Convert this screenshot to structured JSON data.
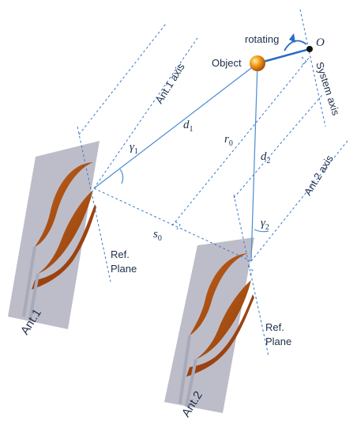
{
  "labels": {
    "rotating": "rotating",
    "origin": "O",
    "object": "Object",
    "system_axis": "System axis",
    "ant1_axis": "Ant.1 axis",
    "ant2_axis": "Ant.2 axis",
    "d1": "d",
    "d1_sub": "1",
    "d2": "d",
    "d2_sub": "2",
    "r0": "r",
    "r0_sub": "0",
    "s0": "s",
    "s0_sub": "0",
    "gamma1": "γ",
    "gamma1_sub": "1",
    "gamma2": "γ",
    "gamma2_sub": "2",
    "ref1_line1": "Ref.",
    "ref1_line2": "Plane",
    "ref2_line1": "Ref.",
    "ref2_line2": "Plane",
    "ant1": "Ant.1",
    "ant2": "Ant.2"
  },
  "colors": {
    "lines": "#4a8bd2",
    "dashed": "#3a78c8",
    "text": "#1c2e4a",
    "antenna_plate": "#b9b9c6",
    "antenna_metal": "#a8480e",
    "object_sphere": "#e87a10"
  }
}
